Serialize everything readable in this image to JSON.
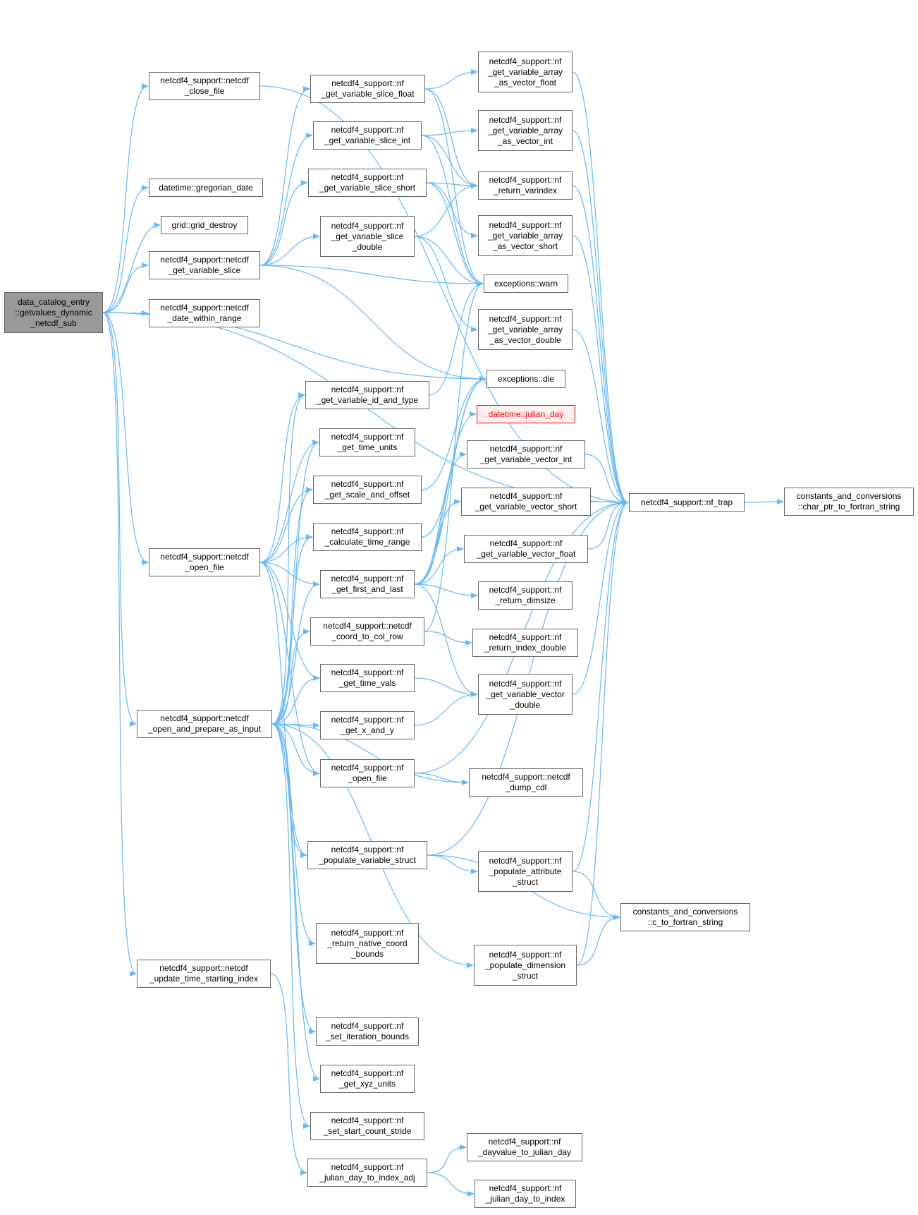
{
  "colors": {
    "edge": "#63b8ff",
    "node_border": "#666666",
    "root_fill": "#999999",
    "highlight": "#ff0000"
  },
  "nodes": [
    {
      "id": "root",
      "label": "data_catalog_entry\n::getvalues_dynamic\n_netcdf_sub",
      "root": true
    },
    {
      "id": "close_file",
      "label": "netcdf4_support::netcdf\n_close_file"
    },
    {
      "id": "gregorian",
      "label": "datetime::gregorian_date"
    },
    {
      "id": "grid_destroy",
      "label": "grid::grid_destroy"
    },
    {
      "id": "get_var_slice",
      "label": "netcdf4_support::netcdf\n_get_variable_slice"
    },
    {
      "id": "date_within",
      "label": "netcdf4_support::netcdf\n_date_within_range"
    },
    {
      "id": "open_file",
      "label": "netcdf4_support::netcdf\n_open_file"
    },
    {
      "id": "open_prepare",
      "label": "netcdf4_support::netcdf\n_open_and_prepare_as_input"
    },
    {
      "id": "update_time",
      "label": "netcdf4_support::netcdf\n_update_time_starting_index"
    },
    {
      "id": "slice_float",
      "label": "netcdf4_support::nf\n_get_variable_slice_float"
    },
    {
      "id": "slice_int",
      "label": "netcdf4_support::nf\n_get_variable_slice_int"
    },
    {
      "id": "slice_short",
      "label": "netcdf4_support::nf\n_get_variable_slice_short"
    },
    {
      "id": "slice_double",
      "label": "netcdf4_support::nf\n_get_variable_slice\n_double"
    },
    {
      "id": "var_id_type",
      "label": "netcdf4_support::nf\n_get_variable_id_and_type"
    },
    {
      "id": "time_units",
      "label": "netcdf4_support::nf\n_get_time_units"
    },
    {
      "id": "scale_offset",
      "label": "netcdf4_support::nf\n_get_scale_and_offset"
    },
    {
      "id": "calc_time_range",
      "label": "netcdf4_support::nf\n_calculate_time_range"
    },
    {
      "id": "first_last",
      "label": "netcdf4_support::nf\n_get_first_and_last"
    },
    {
      "id": "coord_col_row",
      "label": "netcdf4_support::netcdf\n_coord_to_col_row"
    },
    {
      "id": "time_vals",
      "label": "netcdf4_support::nf\n_get_time_vals"
    },
    {
      "id": "x_and_y",
      "label": "netcdf4_support::nf\n_get_x_and_y"
    },
    {
      "id": "nf_open_file",
      "label": "netcdf4_support::nf\n_open_file"
    },
    {
      "id": "pop_var_struct",
      "label": "netcdf4_support::nf\n_populate_variable_struct"
    },
    {
      "id": "native_coord",
      "label": "netcdf4_support::nf\n_return_native_coord\n_bounds"
    },
    {
      "id": "iter_bounds",
      "label": "netcdf4_support::nf\n_set_iteration_bounds"
    },
    {
      "id": "xyz_units",
      "label": "netcdf4_support::nf\n_get_xyz_units"
    },
    {
      "id": "start_count",
      "label": "netcdf4_support::nf\n_set_start_count_stride"
    },
    {
      "id": "jd_to_index_adj",
      "label": "netcdf4_support::nf\n_julian_day_to_index_adj"
    },
    {
      "id": "arr_float",
      "label": "netcdf4_support::nf\n_get_variable_array\n_as_vector_float"
    },
    {
      "id": "arr_int",
      "label": "netcdf4_support::nf\n_get_variable_array\n_as_vector_int"
    },
    {
      "id": "return_varindex",
      "label": "netcdf4_support::nf\n_return_varindex"
    },
    {
      "id": "arr_short",
      "label": "netcdf4_support::nf\n_get_variable_array\n_as_vector_short"
    },
    {
      "id": "warn",
      "label": "exceptions::warn"
    },
    {
      "id": "arr_double",
      "label": "netcdf4_support::nf\n_get_variable_array\n_as_vector_double"
    },
    {
      "id": "die",
      "label": "exceptions::die"
    },
    {
      "id": "julian_day",
      "label": "datetime::julian_day",
      "highlight": true
    },
    {
      "id": "vec_int",
      "label": "netcdf4_support::nf\n_get_variable_vector_int"
    },
    {
      "id": "vec_short",
      "label": "netcdf4_support::nf\n_get_variable_vector_short"
    },
    {
      "id": "vec_float",
      "label": "netcdf4_support::nf\n_get_variable_vector_float"
    },
    {
      "id": "return_dimsize",
      "label": "netcdf4_support::nf\n_return_dimsize"
    },
    {
      "id": "return_index_double",
      "label": "netcdf4_support::nf\n_return_index_double"
    },
    {
      "id": "vec_double",
      "label": "netcdf4_support::nf\n_get_variable_vector\n_double"
    },
    {
      "id": "dump_cdl",
      "label": "netcdf4_support::netcdf\n_dump_cdl"
    },
    {
      "id": "pop_attr_struct",
      "label": "netcdf4_support::nf\n_populate_attribute\n_struct"
    },
    {
      "id": "pop_dim_struct",
      "label": "netcdf4_support::nf\n_populate_dimension\n_struct"
    },
    {
      "id": "dayvalue_jd",
      "label": "netcdf4_support::nf\n_dayvalue_to_julian_day"
    },
    {
      "id": "jd_to_index",
      "label": "netcdf4_support::nf\n_julian_day_to_index"
    },
    {
      "id": "nf_trap",
      "label": "netcdf4_support::nf_trap"
    },
    {
      "id": "char_ptr",
      "label": "constants_and_conversions\n::char_ptr_to_fortran_string"
    },
    {
      "id": "c_to_fortran",
      "label": "constants_and_conversions\n::c_to_fortran_string"
    }
  ],
  "edges": [
    [
      "root",
      "close_file"
    ],
    [
      "root",
      "gregorian"
    ],
    [
      "root",
      "grid_destroy"
    ],
    [
      "root",
      "get_var_slice"
    ],
    [
      "root",
      "date_within"
    ],
    [
      "root",
      "open_file"
    ],
    [
      "root",
      "open_prepare"
    ],
    [
      "root",
      "update_time"
    ],
    [
      "root",
      "die"
    ],
    [
      "root",
      "nf_trap"
    ],
    [
      "close_file",
      "nf_trap"
    ],
    [
      "get_var_slice",
      "slice_float"
    ],
    [
      "get_var_slice",
      "slice_int"
    ],
    [
      "get_var_slice",
      "slice_short"
    ],
    [
      "get_var_slice",
      "slice_double"
    ],
    [
      "get_var_slice",
      "warn"
    ],
    [
      "get_var_slice",
      "die"
    ],
    [
      "slice_float",
      "arr_float"
    ],
    [
      "slice_float",
      "return_varindex"
    ],
    [
      "slice_float",
      "warn"
    ],
    [
      "slice_int",
      "arr_int"
    ],
    [
      "slice_int",
      "return_varindex"
    ],
    [
      "slice_int",
      "warn"
    ],
    [
      "slice_short",
      "return_varindex"
    ],
    [
      "slice_short",
      "arr_short"
    ],
    [
      "slice_short",
      "warn"
    ],
    [
      "slice_double",
      "return_varindex"
    ],
    [
      "slice_double",
      "warn"
    ],
    [
      "slice_double",
      "arr_double"
    ],
    [
      "arr_float",
      "nf_trap"
    ],
    [
      "arr_int",
      "nf_trap"
    ],
    [
      "return_varindex",
      "nf_trap"
    ],
    [
      "arr_short",
      "nf_trap"
    ],
    [
      "arr_double",
      "nf_trap"
    ],
    [
      "var_id_type",
      "warn"
    ],
    [
      "scale_offset",
      "die"
    ],
    [
      "calc_time_range",
      "die"
    ],
    [
      "first_last",
      "die"
    ],
    [
      "first_last",
      "julian_day"
    ],
    [
      "first_last",
      "vec_int"
    ],
    [
      "first_last",
      "vec_short"
    ],
    [
      "first_last",
      "vec_float"
    ],
    [
      "first_last",
      "return_dimsize"
    ],
    [
      "first_last",
      "vec_double"
    ],
    [
      "coord_col_row",
      "return_index_double"
    ],
    [
      "coord_col_row",
      "warn"
    ],
    [
      "time_vals",
      "vec_double"
    ],
    [
      "x_and_y",
      "vec_double"
    ],
    [
      "nf_open_file",
      "dump_cdl"
    ],
    [
      "nf_open_file",
      "nf_trap"
    ],
    [
      "vec_int",
      "nf_trap"
    ],
    [
      "vec_short",
      "nf_trap"
    ],
    [
      "vec_float",
      "nf_trap"
    ],
    [
      "vec_double",
      "nf_trap"
    ],
    [
      "nf_trap",
      "char_ptr"
    ],
    [
      "open_file",
      "var_id_type"
    ],
    [
      "open_file",
      "time_units"
    ],
    [
      "open_file",
      "scale_offset"
    ],
    [
      "open_file",
      "calc_time_range"
    ],
    [
      "open_file",
      "first_last"
    ],
    [
      "open_file",
      "time_vals"
    ],
    [
      "open_file",
      "nf_open_file"
    ],
    [
      "open_file",
      "pop_var_struct"
    ],
    [
      "open_prepare",
      "var_id_type"
    ],
    [
      "open_prepare",
      "time_units"
    ],
    [
      "open_prepare",
      "scale_offset"
    ],
    [
      "open_prepare",
      "calc_time_range"
    ],
    [
      "open_prepare",
      "first_last"
    ],
    [
      "open_prepare",
      "coord_col_row"
    ],
    [
      "open_prepare",
      "time_vals"
    ],
    [
      "open_prepare",
      "x_and_y"
    ],
    [
      "open_prepare",
      "nf_open_file"
    ],
    [
      "open_prepare",
      "dump_cdl"
    ],
    [
      "open_prepare",
      "pop_var_struct"
    ],
    [
      "open_prepare",
      "native_coord"
    ],
    [
      "open_prepare",
      "iter_bounds"
    ],
    [
      "open_prepare",
      "xyz_units"
    ],
    [
      "open_prepare",
      "start_count"
    ],
    [
      "open_prepare",
      "pop_dim_struct"
    ],
    [
      "pop_var_struct",
      "pop_attr_struct"
    ],
    [
      "pop_var_struct",
      "c_to_fortran"
    ],
    [
      "pop_var_struct",
      "nf_trap"
    ],
    [
      "pop_attr_struct",
      "c_to_fortran"
    ],
    [
      "pop_attr_struct",
      "nf_trap"
    ],
    [
      "pop_dim_struct",
      "c_to_fortran"
    ],
    [
      "pop_dim_struct",
      "nf_trap"
    ],
    [
      "update_time",
      "jd_to_index_adj"
    ],
    [
      "jd_to_index_adj",
      "dayvalue_jd"
    ],
    [
      "jd_to_index_adj",
      "jd_to_index"
    ]
  ]
}
